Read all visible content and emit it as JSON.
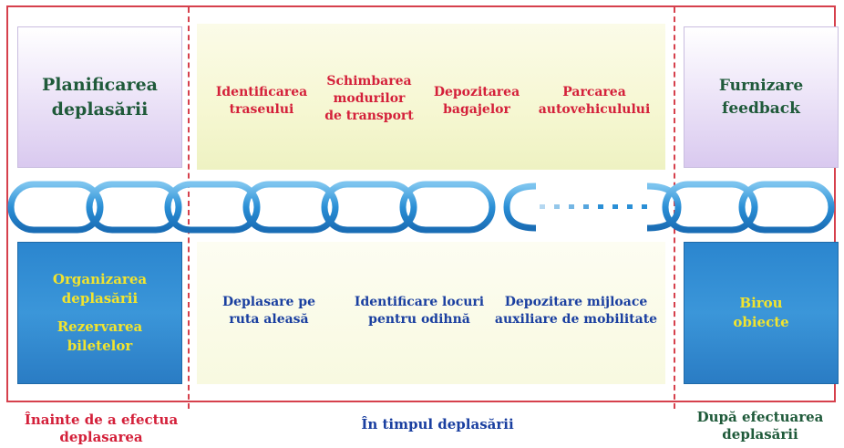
{
  "phases": {
    "before": {
      "top_title": "Planificarea\ndeplasării",
      "bottom_items": [
        "Organizarea deplasării",
        "Rezervarea biletelor"
      ],
      "label": "Înainte de a efectua deplasarea"
    },
    "during": {
      "top_items": [
        "Identificarea\ntraseului",
        "Schimbarea\nmodurilor\nde transport",
        "Depozitarea\nbagajelor",
        "Parcarea\nautovehiculului"
      ],
      "bottom_items": [
        "Deplasare pe\nruta aleasă",
        "Identificare locuri\npentru odihnă",
        "Depozitare mijloace\nauxiliare de mobilitate"
      ],
      "label": "În timpul deplasării"
    },
    "after": {
      "top_title": "Furnizare\nfeedback",
      "bottom_title": "Birou\nobiecte",
      "label": "După efectuarea\ndeplasării"
    }
  },
  "colors": {
    "frame": "#d6404c",
    "top_text_green": "#1f5a3a",
    "during_top_red": "#d4203a",
    "during_bottom_blue": "#1a3fa0",
    "box_blue": "#2b86cf",
    "yellow_text": "#f2e42e",
    "chain": "#2a8fd6"
  }
}
